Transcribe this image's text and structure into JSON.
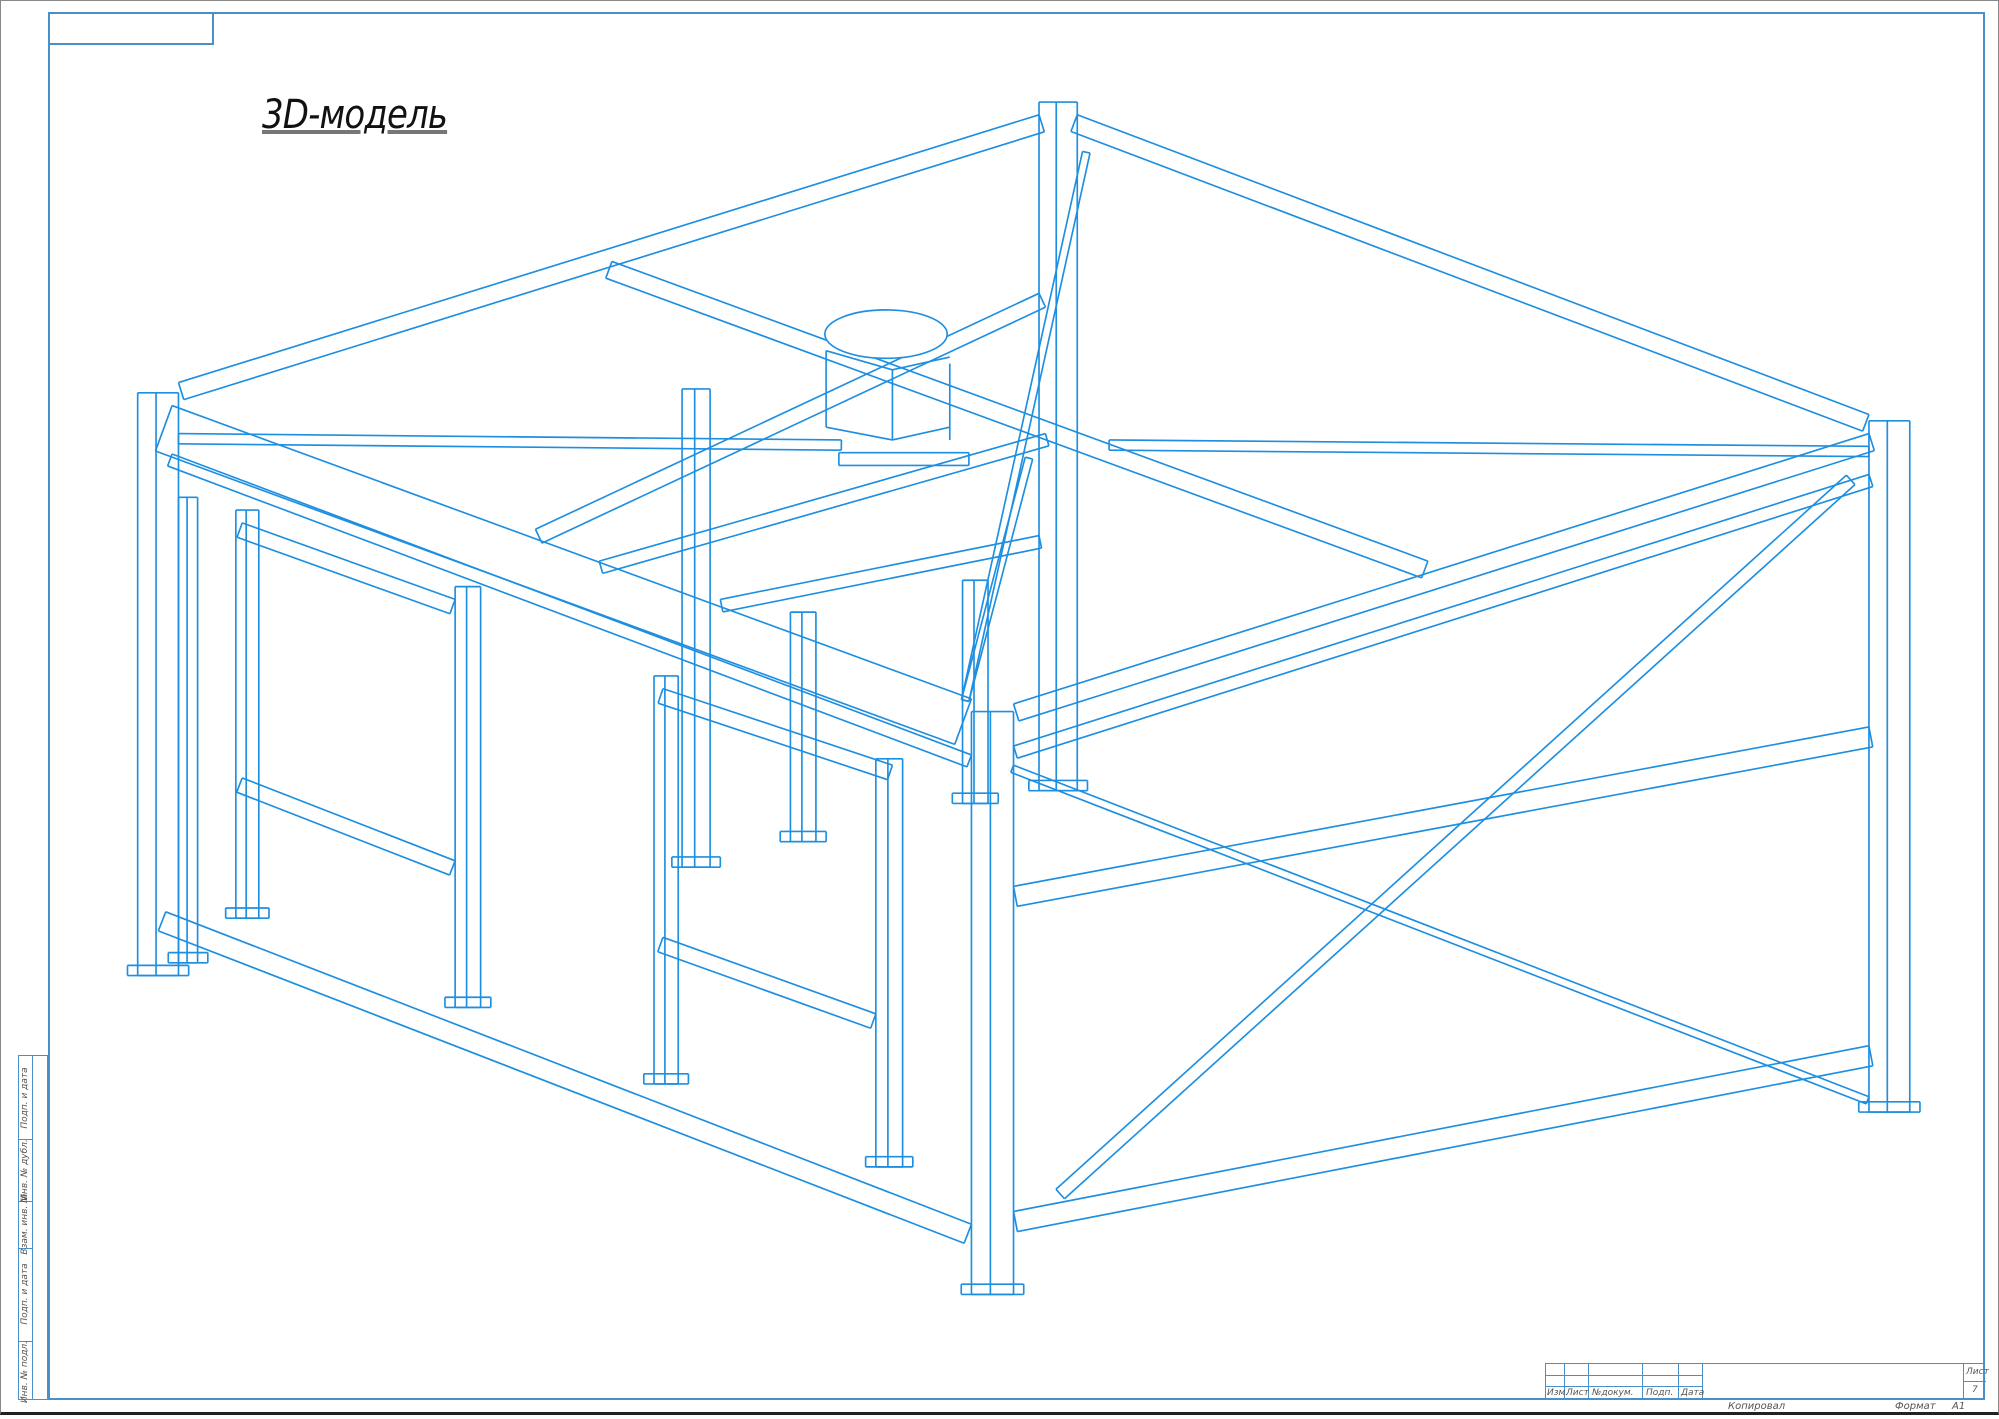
{
  "drawing": {
    "title": "3D-модель",
    "line_color": "#1e8fe0",
    "frame_color": "#4a90c8"
  },
  "side_stamp": {
    "labels": [
      "Инв. № подл.",
      "Подп. и дата",
      "Взам. инв. №",
      "Инв. № дубл.",
      "Подп. и дата"
    ]
  },
  "title_block": {
    "columns": [
      "Изм.",
      "Лист",
      "№докум.",
      "Подп.",
      "Дата"
    ],
    "sheet_label": "Лист",
    "sheet_number": "7",
    "copied_label": "Копировал",
    "format_label": "Формат",
    "format_value": "A1"
  }
}
